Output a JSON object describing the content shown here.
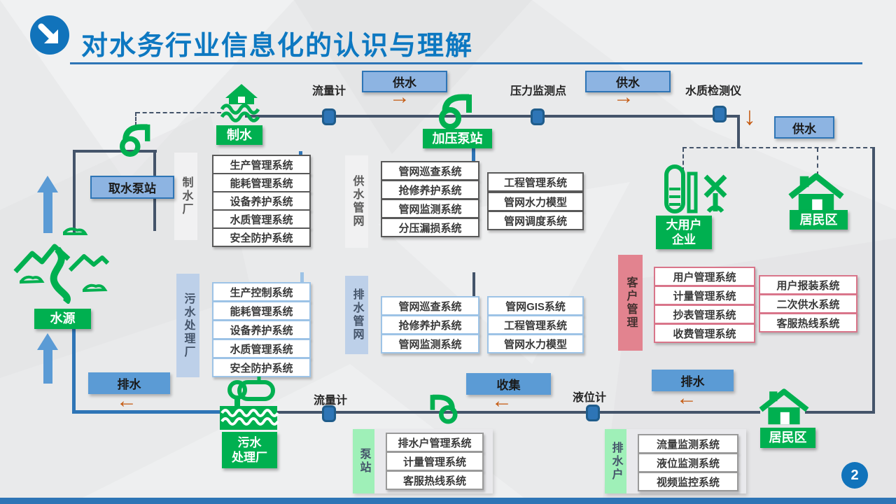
{
  "header": {
    "title": "对水务行业信息化的认识与理解"
  },
  "page": {
    "number": "2"
  },
  "colors": {
    "green": "#00B050",
    "blue_accent": "#2E75B6",
    "blue_fill": "#8DB4E2",
    "flat_blue": "#5B9BD5",
    "light_blue_bar": "#BDD0E9",
    "dark_line": "#44546A",
    "orange_arrow": "#C55A11",
    "pink_bar": "#E2838F",
    "mint_bar": "#9FF0B8",
    "title_blue": "#0D78C1"
  },
  "icons": {
    "arrow_right": "→",
    "arrow_left": "←",
    "arrow_down": "↓"
  },
  "top_flow": {
    "water_plant_label": "制水",
    "flow_meter": "流量计",
    "supply1": "供水",
    "pressure_station": "加压泵站",
    "pressure_point": "压力监测点",
    "supply2": "供水",
    "quality_detector": "水质检测仪",
    "supply3": "供水"
  },
  "left_flow": {
    "intake_station": "取水泵站",
    "water_source": "水源"
  },
  "right_entities": {
    "big_user_line1": "大用户",
    "big_user_line2": "企业",
    "residential": "居民区"
  },
  "groups": {
    "water_plant": {
      "label": "制水厂",
      "systems": [
        "生产管理系统",
        "能耗管理系统",
        "设备养护系统",
        "水质管理系统",
        "安全防护系统"
      ]
    },
    "supply_network": {
      "label": "供水管网",
      "col1": [
        "管网巡查系统",
        "抢修养护系统",
        "管网监测系统",
        "分压漏损系统"
      ],
      "col2": [
        "工程管理系统",
        "管网水力模型",
        "管网调度系统"
      ]
    },
    "sewage_plant": {
      "label": "污水处理厂",
      "systems": [
        "生产控制系统",
        "能耗管理系统",
        "设备养护系统",
        "水质管理系统",
        "安全防护系统"
      ]
    },
    "drain_network": {
      "label": "排水管网",
      "col1": [
        "管网巡查系统",
        "抢修养护系统",
        "管网监测系统"
      ],
      "col2": [
        "管网GIS系统",
        "工程管理系统",
        "管网水力模型"
      ]
    },
    "customer": {
      "label": "客户管理",
      "col1": [
        "用户管理系统",
        "计量管理系统",
        "抄表管理系统",
        "收费管理系统"
      ],
      "col2": [
        "用户报装系统",
        "二次供水系统",
        "客服热线系统"
      ]
    },
    "pump_station": {
      "label": "泵站",
      "systems": [
        "排水户管理系统",
        "计量管理系统",
        "客服热线系统"
      ]
    },
    "drain_user": {
      "label": "排水户",
      "systems": [
        "流量监测系统",
        "液位监测系统",
        "视频监控系统"
      ]
    }
  },
  "bottom_flow": {
    "drainage_left": "排水",
    "sewage_plant_line1": "污水",
    "sewage_plant_line2": "处理厂",
    "flow_meter": "流量计",
    "collect": "收集",
    "level_meter": "液位计",
    "drainage_right": "排水",
    "residential": "居民区"
  }
}
